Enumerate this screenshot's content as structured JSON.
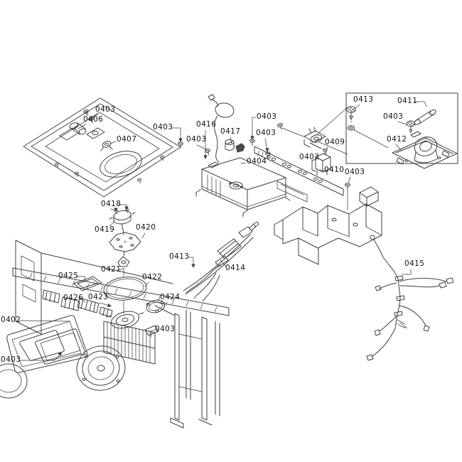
{
  "diagram": {
    "type": "exploded-parts-diagram",
    "description": "Black-and-white exploded view parts diagram of an appliance assembly with numbered callout labels and a detail inset box",
    "background_color": "#ffffff",
    "line_color": "#3f3f3f",
    "label_color": "#121212",
    "part_numbers": [
      "0402",
      "0403",
      "0404",
      "0406",
      "0407",
      "0409",
      "0410",
      "0411",
      "0412",
      "0413",
      "0414",
      "0415",
      "0416",
      "0417",
      "0418",
      "0419",
      "0420",
      "0421",
      "0422",
      "0423",
      "0424",
      "0425",
      "0426"
    ],
    "labels": [
      {
        "text": "0403"
      },
      {
        "text": "0406"
      },
      {
        "text": "0403"
      },
      {
        "text": "0407"
      },
      {
        "text": "0416"
      },
      {
        "text": "0417"
      },
      {
        "text": "0403"
      },
      {
        "text": "0403"
      },
      {
        "text": "0403"
      },
      {
        "text": "0404"
      },
      {
        "text": "0409"
      },
      {
        "text": "0403"
      },
      {
        "text": "0410"
      },
      {
        "text": "0403"
      },
      {
        "text": "0413"
      },
      {
        "text": "0411"
      },
      {
        "text": "0403"
      },
      {
        "text": "0412"
      },
      {
        "text": "0418"
      },
      {
        "text": "0419"
      },
      {
        "text": "0420"
      },
      {
        "text": "0421"
      },
      {
        "text": "0425"
      },
      {
        "text": "0426"
      },
      {
        "text": "0423"
      },
      {
        "text": "0422"
      },
      {
        "text": "0424"
      },
      {
        "text": "0402"
      },
      {
        "text": "0403"
      },
      {
        "text": "0413"
      },
      {
        "text": "0414"
      },
      {
        "text": "0415"
      },
      {
        "text": "0403"
      }
    ]
  }
}
